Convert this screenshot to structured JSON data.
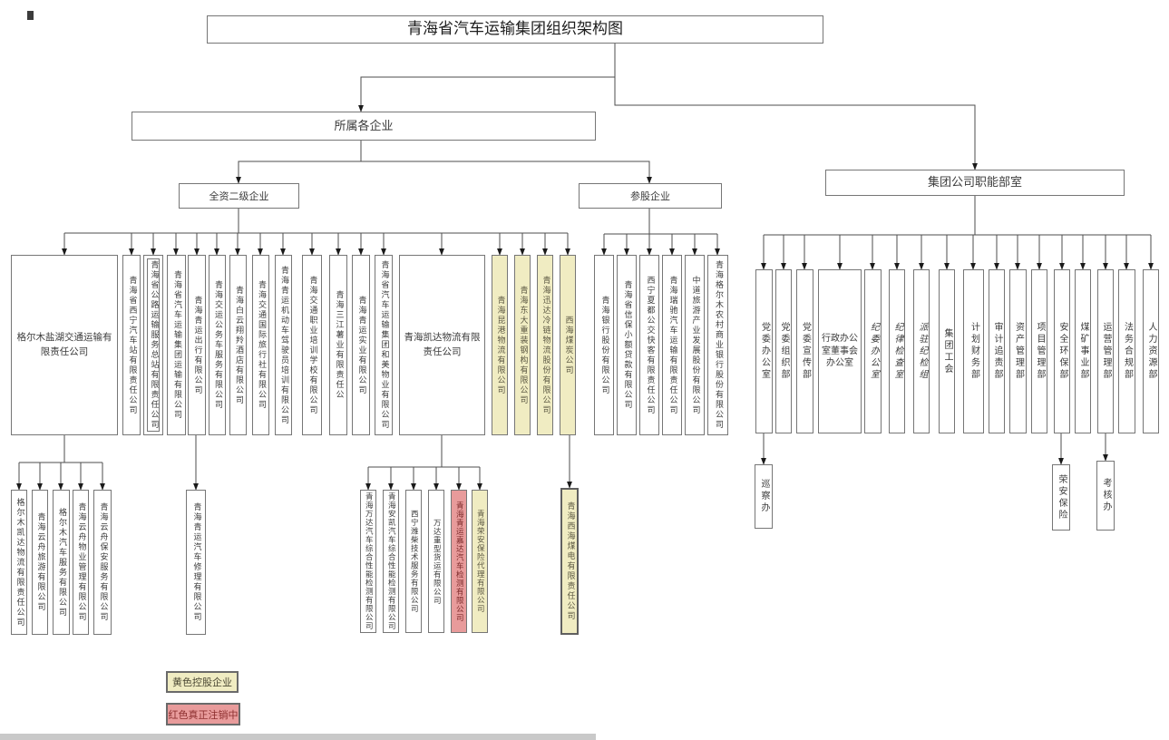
{
  "title": "青海省汽车运输集团组织架构图",
  "level1": {
    "enterprises": "所属各企业",
    "departments_group": "集团公司职能部室"
  },
  "level2": {
    "wholly_owned": "全资二级企业",
    "invested": "参股企业"
  },
  "wholly": [
    {
      "name": "格尔木盐湖交通运输有限责任公司",
      "style": "wide"
    },
    {
      "name": "青海省西宁汽车站有限责任公司"
    },
    {
      "name": "青海省公路运输服务总站有限责任公司",
      "style": "double-border"
    },
    {
      "name": "青海省汽车运输集团运输有限公司"
    },
    {
      "name": "青海青运出行有限公司"
    },
    {
      "name": "青海交运公务车服务有限公司"
    },
    {
      "name": "青海白云翔羚酒店有限公司"
    },
    {
      "name": "青海交通国际旅行社有限公司"
    },
    {
      "name": "青海青运机动车驾驶员培训有限公司"
    },
    {
      "name": "青海交通职业培训学校有限公司"
    },
    {
      "name": "青海三江薯业有限责任公"
    },
    {
      "name": "青海青运实业有限公司"
    },
    {
      "name": "青海省汽车运输集团和美物业有限公司"
    },
    {
      "name": "青海凯达物流有限责任公司",
      "style": "wide"
    },
    {
      "name": "青海昆港物流有限公司",
      "highlight": "yellow"
    },
    {
      "name": "青海东大重装钢构有限公司",
      "highlight": "yellow"
    },
    {
      "name": "青海迅达冷链物流股份有限公司",
      "highlight": "yellow"
    },
    {
      "name": "西海煤炭公司",
      "highlight": "yellow"
    }
  ],
  "invested": [
    {
      "name": "青海银行股份有限公司"
    },
    {
      "name": "青海省信保小额贷款有限公司"
    },
    {
      "name": "西宁夏都公交快客有限责任公司"
    },
    {
      "name": "青海瑞驰汽车运输有限责任公司"
    },
    {
      "name": "中道旅游产业发展股份有限公司"
    },
    {
      "name": "青海格尔木农村商业银行股份有限公司"
    }
  ],
  "departments": [
    {
      "name": "党委办公室"
    },
    {
      "name": "党委组织部"
    },
    {
      "name": "党委宣传部"
    },
    {
      "name": "行政办公室董事会办公室",
      "style": "wide"
    },
    {
      "name": "纪委办公室",
      "style": "italic"
    },
    {
      "name": "纪律检查室",
      "style": "italic"
    },
    {
      "name": "派驻纪检组",
      "style": "italic"
    },
    {
      "name": "集团工会"
    },
    {
      "name": "计划财务部"
    },
    {
      "name": "审计追责部"
    },
    {
      "name": "资产管理部"
    },
    {
      "name": "项目管理部"
    },
    {
      "name": "安全环保部"
    },
    {
      "name": "煤矿事业部"
    },
    {
      "name": "运营管理部"
    },
    {
      "name": "法务合规部"
    },
    {
      "name": "人力资源部"
    }
  ],
  "golmud_children": [
    {
      "name": "格尔木凯达物流有限责任公司"
    },
    {
      "name": "青海云舟旅游有限公司"
    },
    {
      "name": "格尔木汽车服务有限公司"
    },
    {
      "name": "青海云舟物业管理有限公司"
    },
    {
      "name": "青海云舟保安服务有限公司"
    }
  ],
  "chuxing_child": {
    "name": "青海青运汽车修理有限公司"
  },
  "kaida_children": [
    {
      "name": "青海万达汽车综合性能检测有限公司"
    },
    {
      "name": "青海安凯汽车综合性能检测有限公司"
    },
    {
      "name": "西宁潍柴技术服务有限公司"
    },
    {
      "name": "万达重型货运有限公司"
    },
    {
      "name": "青海青运嘉达汽车检测有限公司",
      "highlight": "red"
    },
    {
      "name": "青海荣安保险代理有限公司",
      "highlight": "yellow"
    }
  ],
  "xihai_child": {
    "name": "青海西海煤电有限责任公司",
    "highlight": "yellow"
  },
  "dept_offices": [
    {
      "name": "巡察办"
    },
    {
      "name": "荣安保险"
    },
    {
      "name": "考核办"
    }
  ],
  "legend": [
    {
      "label": "黄色控股企业",
      "color": "yellow"
    },
    {
      "label": "红色真正注销中",
      "color": "red"
    }
  ],
  "colors": {
    "yellow_fill": "#F0ECC2",
    "red_fill": "#E89B9B",
    "line": "#4d4d4d",
    "border": "#767676"
  }
}
